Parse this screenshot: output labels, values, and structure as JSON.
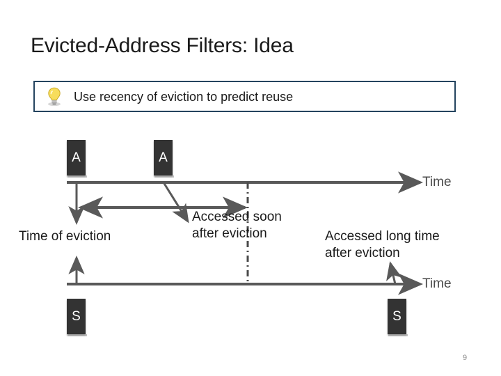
{
  "slide": {
    "title": "Evicted-Address Filters: Idea",
    "page_number": "9",
    "accent_border_color": "#24445f",
    "block_color": "#333333",
    "line_color": "#595959"
  },
  "callout": {
    "icon": "lightbulb-icon",
    "text": "Use recency of eviction to predict reuse"
  },
  "diagram": {
    "blocks": [
      {
        "id": "a1",
        "label": "A"
      },
      {
        "id": "a2",
        "label": "A"
      },
      {
        "id": "s1",
        "label": "S"
      },
      {
        "id": "s2",
        "label": "S"
      }
    ],
    "axis_top_label": "Time",
    "axis_bottom_label": "Time",
    "labels": {
      "time_of_eviction": "Time of eviction",
      "accessed_soon": "Accessed soon\nafter eviction",
      "accessed_soon_line1": "Accessed soon",
      "accessed_soon_line2": "after eviction",
      "accessed_long_line1": "Accessed long time",
      "accessed_long_line2": "after eviction"
    }
  }
}
